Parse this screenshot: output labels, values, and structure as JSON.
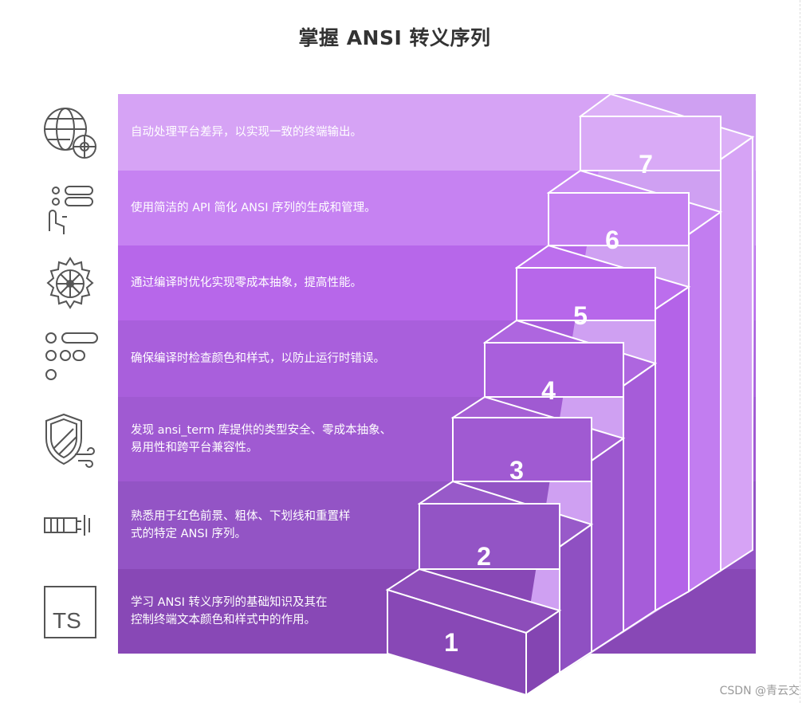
{
  "title": "掌握 ANSI 转义序列",
  "steps": [
    {
      "number": "7",
      "text": "自动处理平台差异，以实现一致的终端输出。",
      "icon": "globe-gear-icon",
      "color": "#d6a3f5"
    },
    {
      "number": "6",
      "text": "使用简洁的 API 简化 ANSI 序列的生成和管理。",
      "icon": "tap-list-icon",
      "color": "#c682f2"
    },
    {
      "number": "5",
      "text": "通过编译时优化实现零成本抽象，提高性能。",
      "icon": "gear-icon",
      "color": "#b767ea"
    },
    {
      "number": "4",
      "text": "确保编译时检查颜色和样式，以防止运行时错误。",
      "icon": "toggle-list-icon",
      "color": "#a95fdc"
    },
    {
      "number": "3",
      "text": "发现 ansi_term 库提供的类型安全、零成本抽象、\n易用性和跨平台兼容性。",
      "icon": "shield-wind-icon",
      "color": "#a05ad2"
    },
    {
      "number": "2",
      "text": "熟悉用于红色前景、粗体、下划线和重置样\n式的特定 ANSI 序列。",
      "icon": "battery-bars-icon",
      "color": "#9354c5"
    },
    {
      "number": "1",
      "text": "学习 ANSI 转义序列的基础知识及其在\n控制终端文本颜色和样式中的作用。",
      "icon": "ts-icon",
      "color": "#8848b6"
    }
  ],
  "watermark": "CSDN @青云交"
}
